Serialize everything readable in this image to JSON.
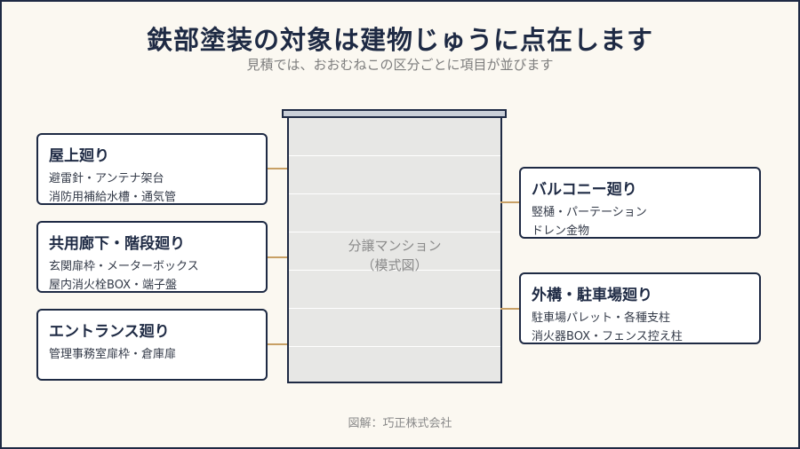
{
  "header": {
    "title": "鉄部塗装の対象は建物じゅうに点在します",
    "subtitle": "見積では、おおむねこの区分ごとに項目が並びます"
  },
  "building": {
    "label_line1": "分譲マンション",
    "label_line2": "（模式図）"
  },
  "areas": {
    "roof": {
      "title": "屋上廻り",
      "items": [
        "避雷針・アンテナ架台",
        "消防用補給水槽・通気管"
      ]
    },
    "corridor": {
      "title": "共用廊下・階段廻り",
      "items": [
        "玄関扉枠・メーターボックス",
        "屋内消火栓BOX・端子盤"
      ]
    },
    "entrance": {
      "title": "エントランス廻り",
      "items": [
        "管理事務室扉枠・倉庫扉"
      ]
    },
    "balcony": {
      "title": "バルコニー廻り",
      "items": [
        "竪樋・パーテーション",
        "ドレン金物"
      ]
    },
    "exterior": {
      "title": "外構・駐車場廻り",
      "items": [
        "駐車場パレット・各種支柱",
        "消火器BOX・フェンス控え柱"
      ]
    }
  },
  "caption": "図解：巧正株式会社",
  "colors": {
    "navy": "#1e2a44",
    "connector": "#c8a065",
    "background": "#fbf8f1",
    "building": "#e7e7e5"
  }
}
